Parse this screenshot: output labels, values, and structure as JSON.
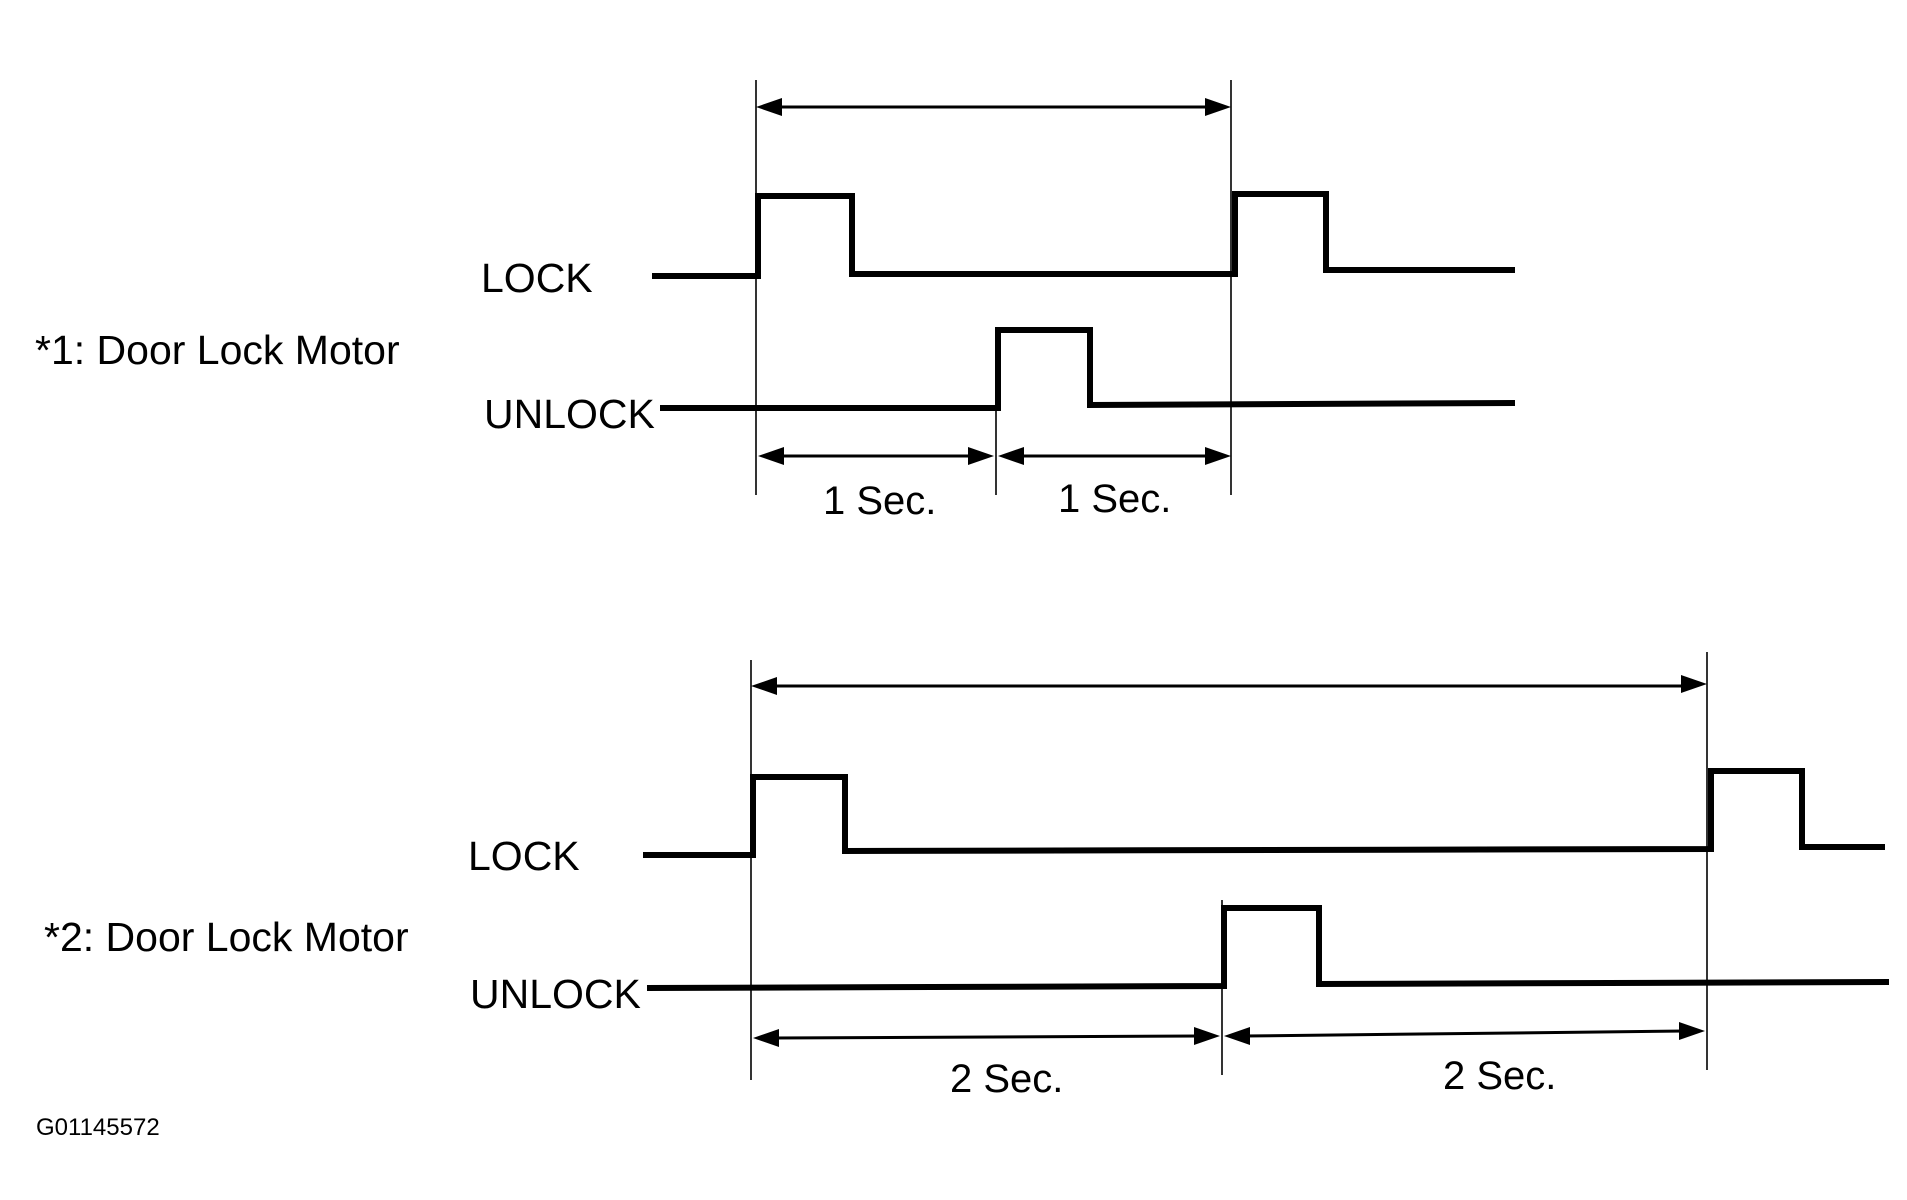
{
  "figure_id": "G01145572",
  "colors": {
    "line": "#000000",
    "background": "#ffffff"
  },
  "panels": [
    {
      "motor_label": "*1: Door Lock Motor",
      "lock_label": "LOCK",
      "unlock_label": "UNLOCK",
      "interval_1_label": "1 Sec.",
      "interval_2_label": "1 Sec."
    },
    {
      "motor_label": "*2: Door Lock Motor",
      "lock_label": "LOCK",
      "unlock_label": "UNLOCK",
      "interval_1_label": "2 Sec.",
      "interval_2_label": "2 Sec."
    }
  ]
}
